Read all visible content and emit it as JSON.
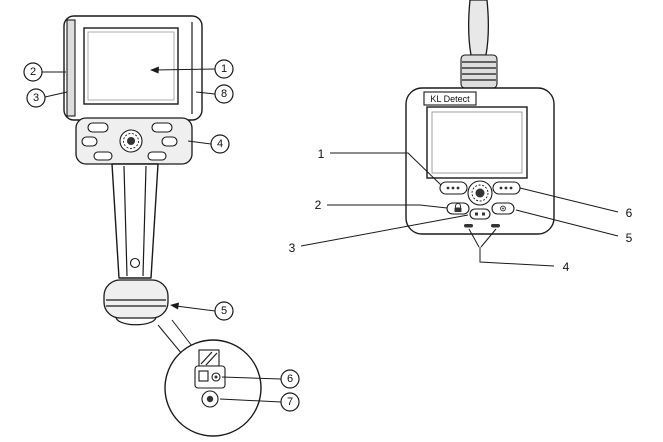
{
  "device_label": "KL Detect",
  "left_view": {
    "callouts": [
      {
        "label": "1"
      },
      {
        "label": "2"
      },
      {
        "label": "3"
      },
      {
        "label": "8"
      },
      {
        "label": "4"
      },
      {
        "label": "5"
      },
      {
        "label": "6"
      },
      {
        "label": "7"
      }
    ]
  },
  "right_view": {
    "callouts": [
      {
        "label": "1"
      },
      {
        "label": "2"
      },
      {
        "label": "3"
      },
      {
        "label": "4"
      },
      {
        "label": "5"
      },
      {
        "label": "6"
      }
    ]
  }
}
